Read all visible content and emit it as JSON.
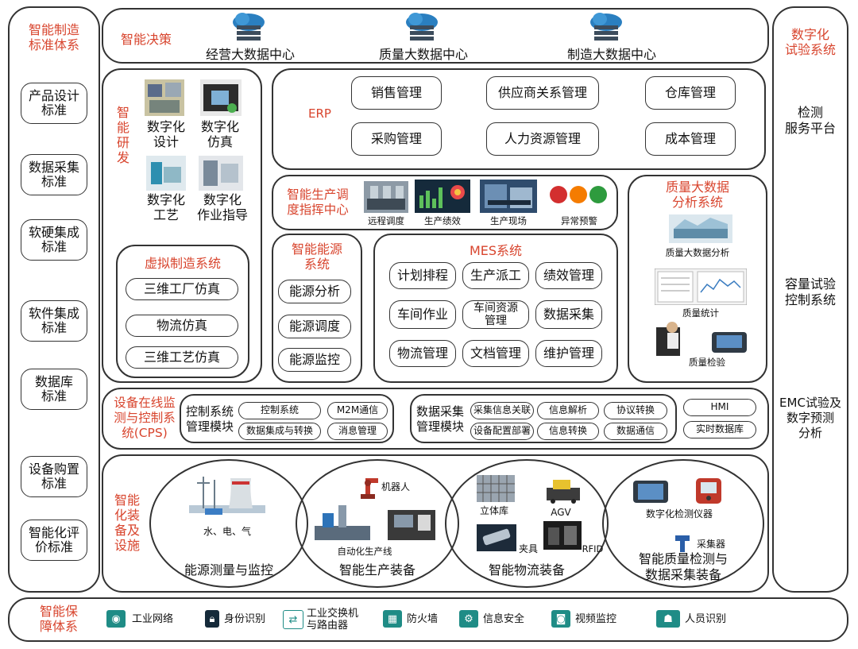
{
  "left": {
    "title": "智能制造\n标准体系",
    "items": [
      "产品设计\n标准",
      "数据采集\n标准",
      "软硬集成\n标准",
      "软件集成\n标准",
      "数据库\n标准",
      "设备购置\n标准",
      "智能化评\n价标准"
    ]
  },
  "right": {
    "title": "数字化\n试验系统",
    "items": [
      "检测\n服务平台",
      "容量试验\n控制系统",
      "EMC试验及\n数字预测\n分析"
    ]
  },
  "decision": {
    "label": "智能决策",
    "centers": [
      "经营大数据中心",
      "质量大数据中心",
      "制造大数据中心"
    ]
  },
  "rnd": {
    "label": "智\n能\n研\n发",
    "items": [
      "数字化\n设计",
      "数字化\n仿真",
      "数字化\n工艺",
      "数字化\n作业指导"
    ],
    "virtual": {
      "title": "虚拟制造系统",
      "items": [
        "三维工厂仿真",
        "物流仿真",
        "三维工艺仿真"
      ]
    }
  },
  "erp": {
    "label": "ERP",
    "items": [
      "销售管理",
      "供应商关系管理",
      "仓库管理",
      "采购管理",
      "人力资源管理",
      "成本管理"
    ]
  },
  "dispatch": {
    "label": "智能生产调\n度指挥中心",
    "items": [
      "远程调度",
      "生产绩效",
      "生产现场",
      "异常预警"
    ]
  },
  "quality": {
    "label": "质量大数据\n分析系统",
    "items": [
      "质量大数据分析",
      "质量统计",
      "质量检验"
    ]
  },
  "energy": {
    "label": "智能能源\n系统",
    "items": [
      "能源分析",
      "能源调度",
      "能源监控"
    ]
  },
  "mes": {
    "label": "MES系统",
    "items": [
      "计划排程",
      "生产派工",
      "绩效管理",
      "车间作业",
      "车间资源\n管理",
      "数据采集",
      "物流管理",
      "文档管理",
      "维护管理"
    ]
  },
  "cps": {
    "label": "设备在线监\n测与控制系\n统(CPS)",
    "control": {
      "label": "控制系统\n管理模块",
      "items": [
        "控制系统",
        "M2M通信",
        "数据集成与转换",
        "消息管理"
      ]
    },
    "acquisition": {
      "label": "数据采集\n管理模块",
      "items": [
        "采集信息关联",
        "信息解析",
        "协议转换",
        "设备配置部署",
        "信息转换",
        "数据通信"
      ]
    },
    "extra": [
      "HMI",
      "实时数据库"
    ]
  },
  "equipment": {
    "label": "智能\n化装\n备及\n设施",
    "groups": [
      {
        "title": "能源测量与监控",
        "captions": [
          "水、电、气"
        ]
      },
      {
        "title": "智能生产装备",
        "captions": [
          "机器人",
          "自动化生产线"
        ]
      },
      {
        "title": "智能物流装备",
        "captions": [
          "立体库",
          "AGV",
          "夹具",
          "RFID"
        ]
      },
      {
        "title": "智能质量检测与\n数据采集装备",
        "captions": [
          "数字化检测仪器",
          "采集器"
        ]
      }
    ]
  },
  "security": {
    "label": "智能保\n障体系",
    "items": [
      {
        "label": "工业网络",
        "icon": "wifi-icon"
      },
      {
        "label": "身份识别",
        "icon": "lock-icon"
      },
      {
        "label": "工业交换机\n与路由器",
        "icon": "switch-icon"
      },
      {
        "label": "防火墙",
        "icon": "firewall-icon"
      },
      {
        "label": "信息安全",
        "icon": "gears-icon"
      },
      {
        "label": "视频监控",
        "icon": "camera-icon"
      },
      {
        "label": "人员识别",
        "icon": "person-icon"
      }
    ]
  },
  "colors": {
    "accent": "#d8452e",
    "border": "#333333",
    "security_icon": "#1f8c86"
  }
}
